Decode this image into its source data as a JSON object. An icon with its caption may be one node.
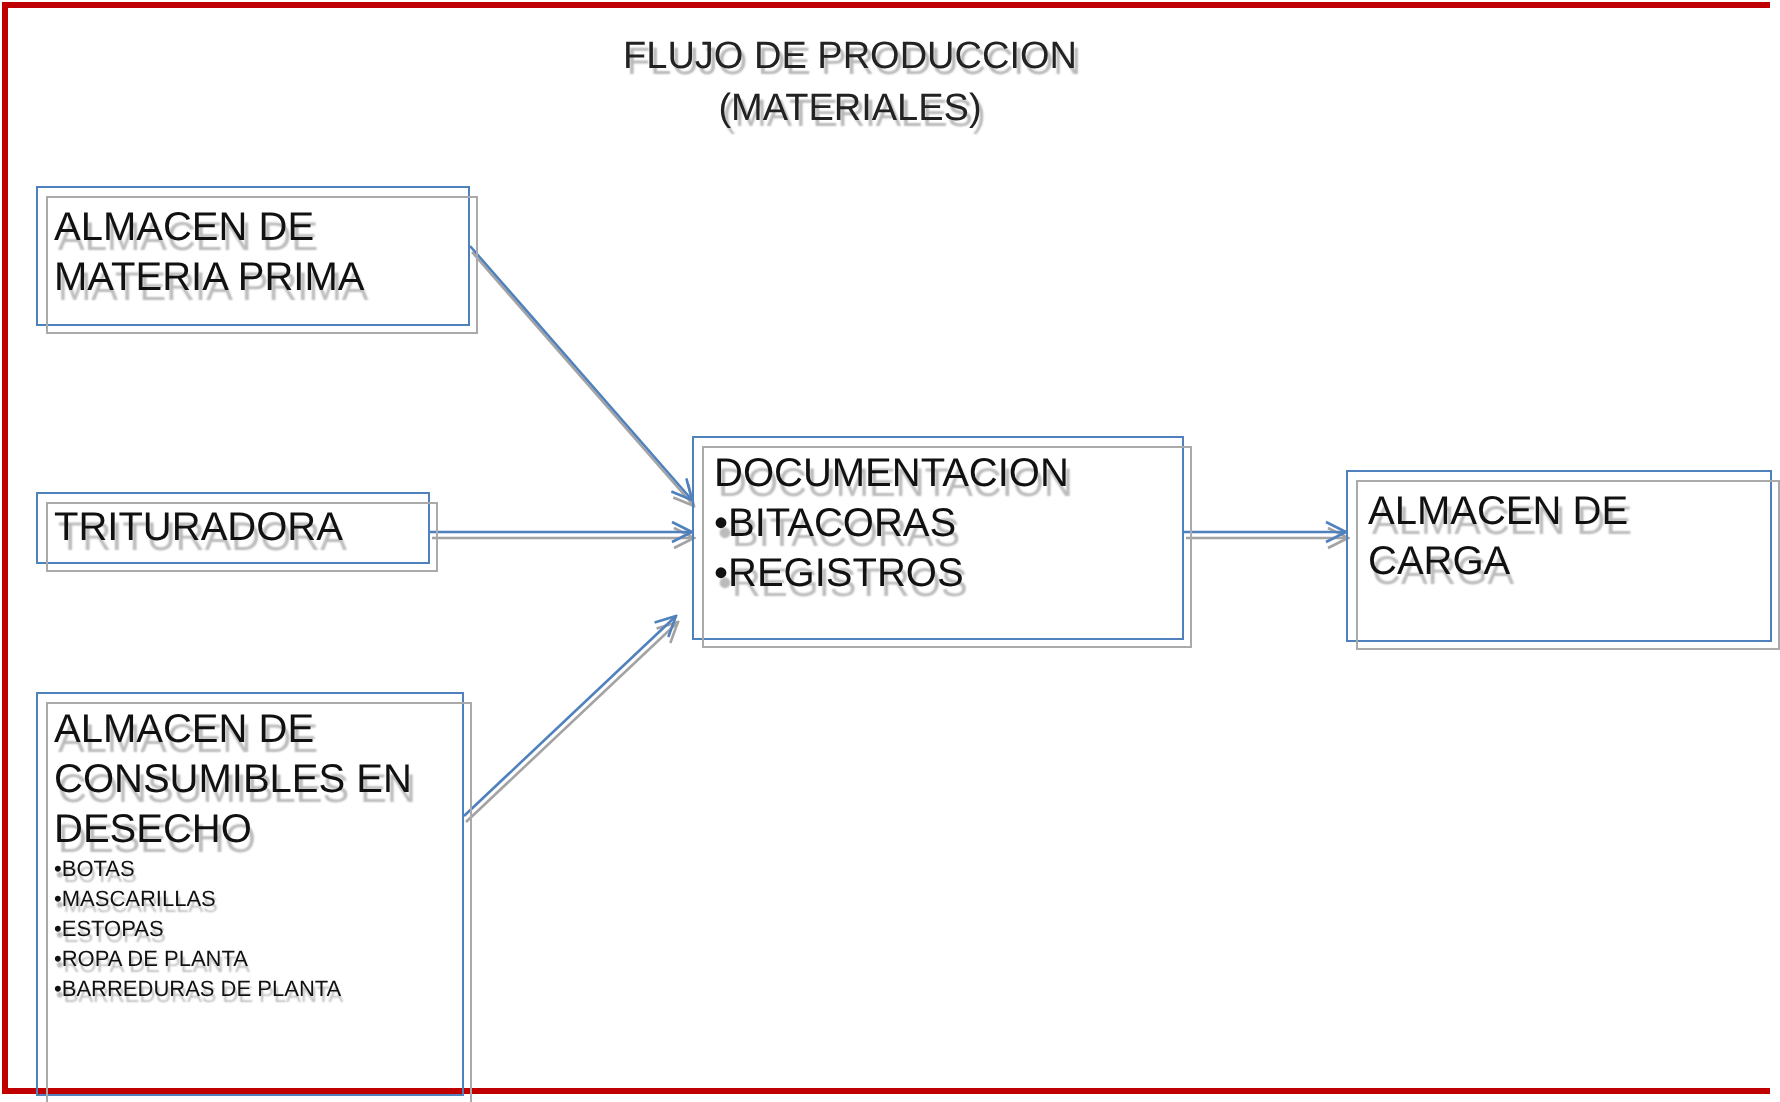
{
  "diagram": {
    "title": "FLUJO DE PRODUCCION (MATERIALES)",
    "nodes": [
      {
        "text": [
          "ALMACEN DE MATERIA PRIMA"
        ]
      },
      {
        "text": [
          "TRITURADORA"
        ]
      },
      {
        "text": [
          "ALMACEN DE CONSUMIBLES EN DESECHO",
          "•BOTAS",
          "•MASCARILLAS",
          "•ESTOPAS",
          "•ROPA DE PLANTA",
          "•BARREDURAS DE PLANTA"
        ]
      },
      {
        "text": [
          "DOCUMENTACION",
          "•BITACORAS",
          "•REGISTROS"
        ]
      },
      {
        "text": [
          "ALMACEN DE CARGA"
        ]
      }
    ],
    "edges": [
      {
        "from": 0,
        "to": 3,
        "arrow": "to"
      },
      {
        "from": 1,
        "to": 3,
        "arrow": "to"
      },
      {
        "from": 2,
        "to": 3,
        "arrow": "to"
      },
      {
        "from": 3,
        "to": 4,
        "arrow": "to"
      }
    ]
  }
}
